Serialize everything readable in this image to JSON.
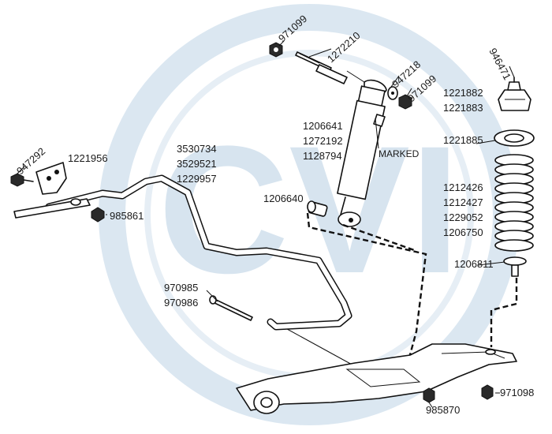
{
  "watermark": {
    "text": "CVI",
    "color": "#d7e4ef"
  },
  "ink_color": "#111111",
  "labels": {
    "l971099a": "971099",
    "l1272210": "1272210",
    "l947218": "947218",
    "l971099b": "971099",
    "l946471": "946471",
    "l947292": "947292",
    "l1221956": "1221956",
    "l3530734": "3530734",
    "l3529521": "3529521",
    "l1229957": "1229957",
    "l1206641": "1206641",
    "l1272192": "1272192",
    "l1128794": "1128794",
    "marked": "MARKED",
    "l1221882": "1221882",
    "l1221883": "1221883",
    "l1221885": "1221885",
    "l1206640": "1206640",
    "l985861": "985861",
    "l1212426": "1212426",
    "l1212427": "1212427",
    "l1229052": "1229052",
    "l1206750": "1206750",
    "l1206811": "1206811",
    "l970985": "970985",
    "l970986": "970986",
    "l971098": "971098",
    "l985870": "985870"
  }
}
